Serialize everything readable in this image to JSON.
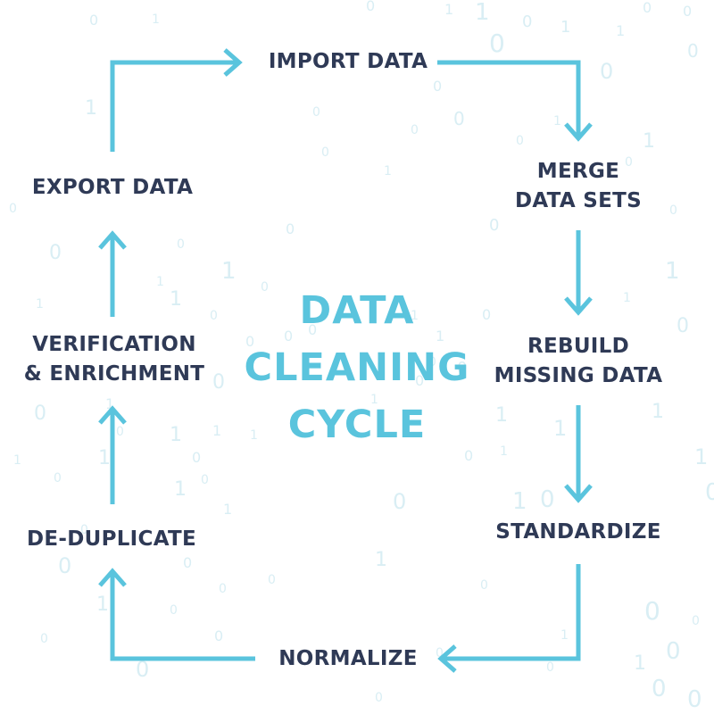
{
  "title": "DATA\nCLEANING\nCYCLE",
  "steps": {
    "import": "IMPORT DATA",
    "merge": "MERGE\nDATA SETS",
    "rebuild": "REBUILD\nMISSING DATA",
    "standardize": "STANDARDIZE",
    "normalize": "NORMALIZE",
    "deduplicate": "DE-DUPLICATE",
    "verification": "VERIFICATION\n& ENRICHMENT",
    "export": "EXPORT DATA"
  },
  "colors": {
    "accent": "#5ac4dd",
    "text": "#2f3a56",
    "background_digits": "#d6edf3"
  }
}
